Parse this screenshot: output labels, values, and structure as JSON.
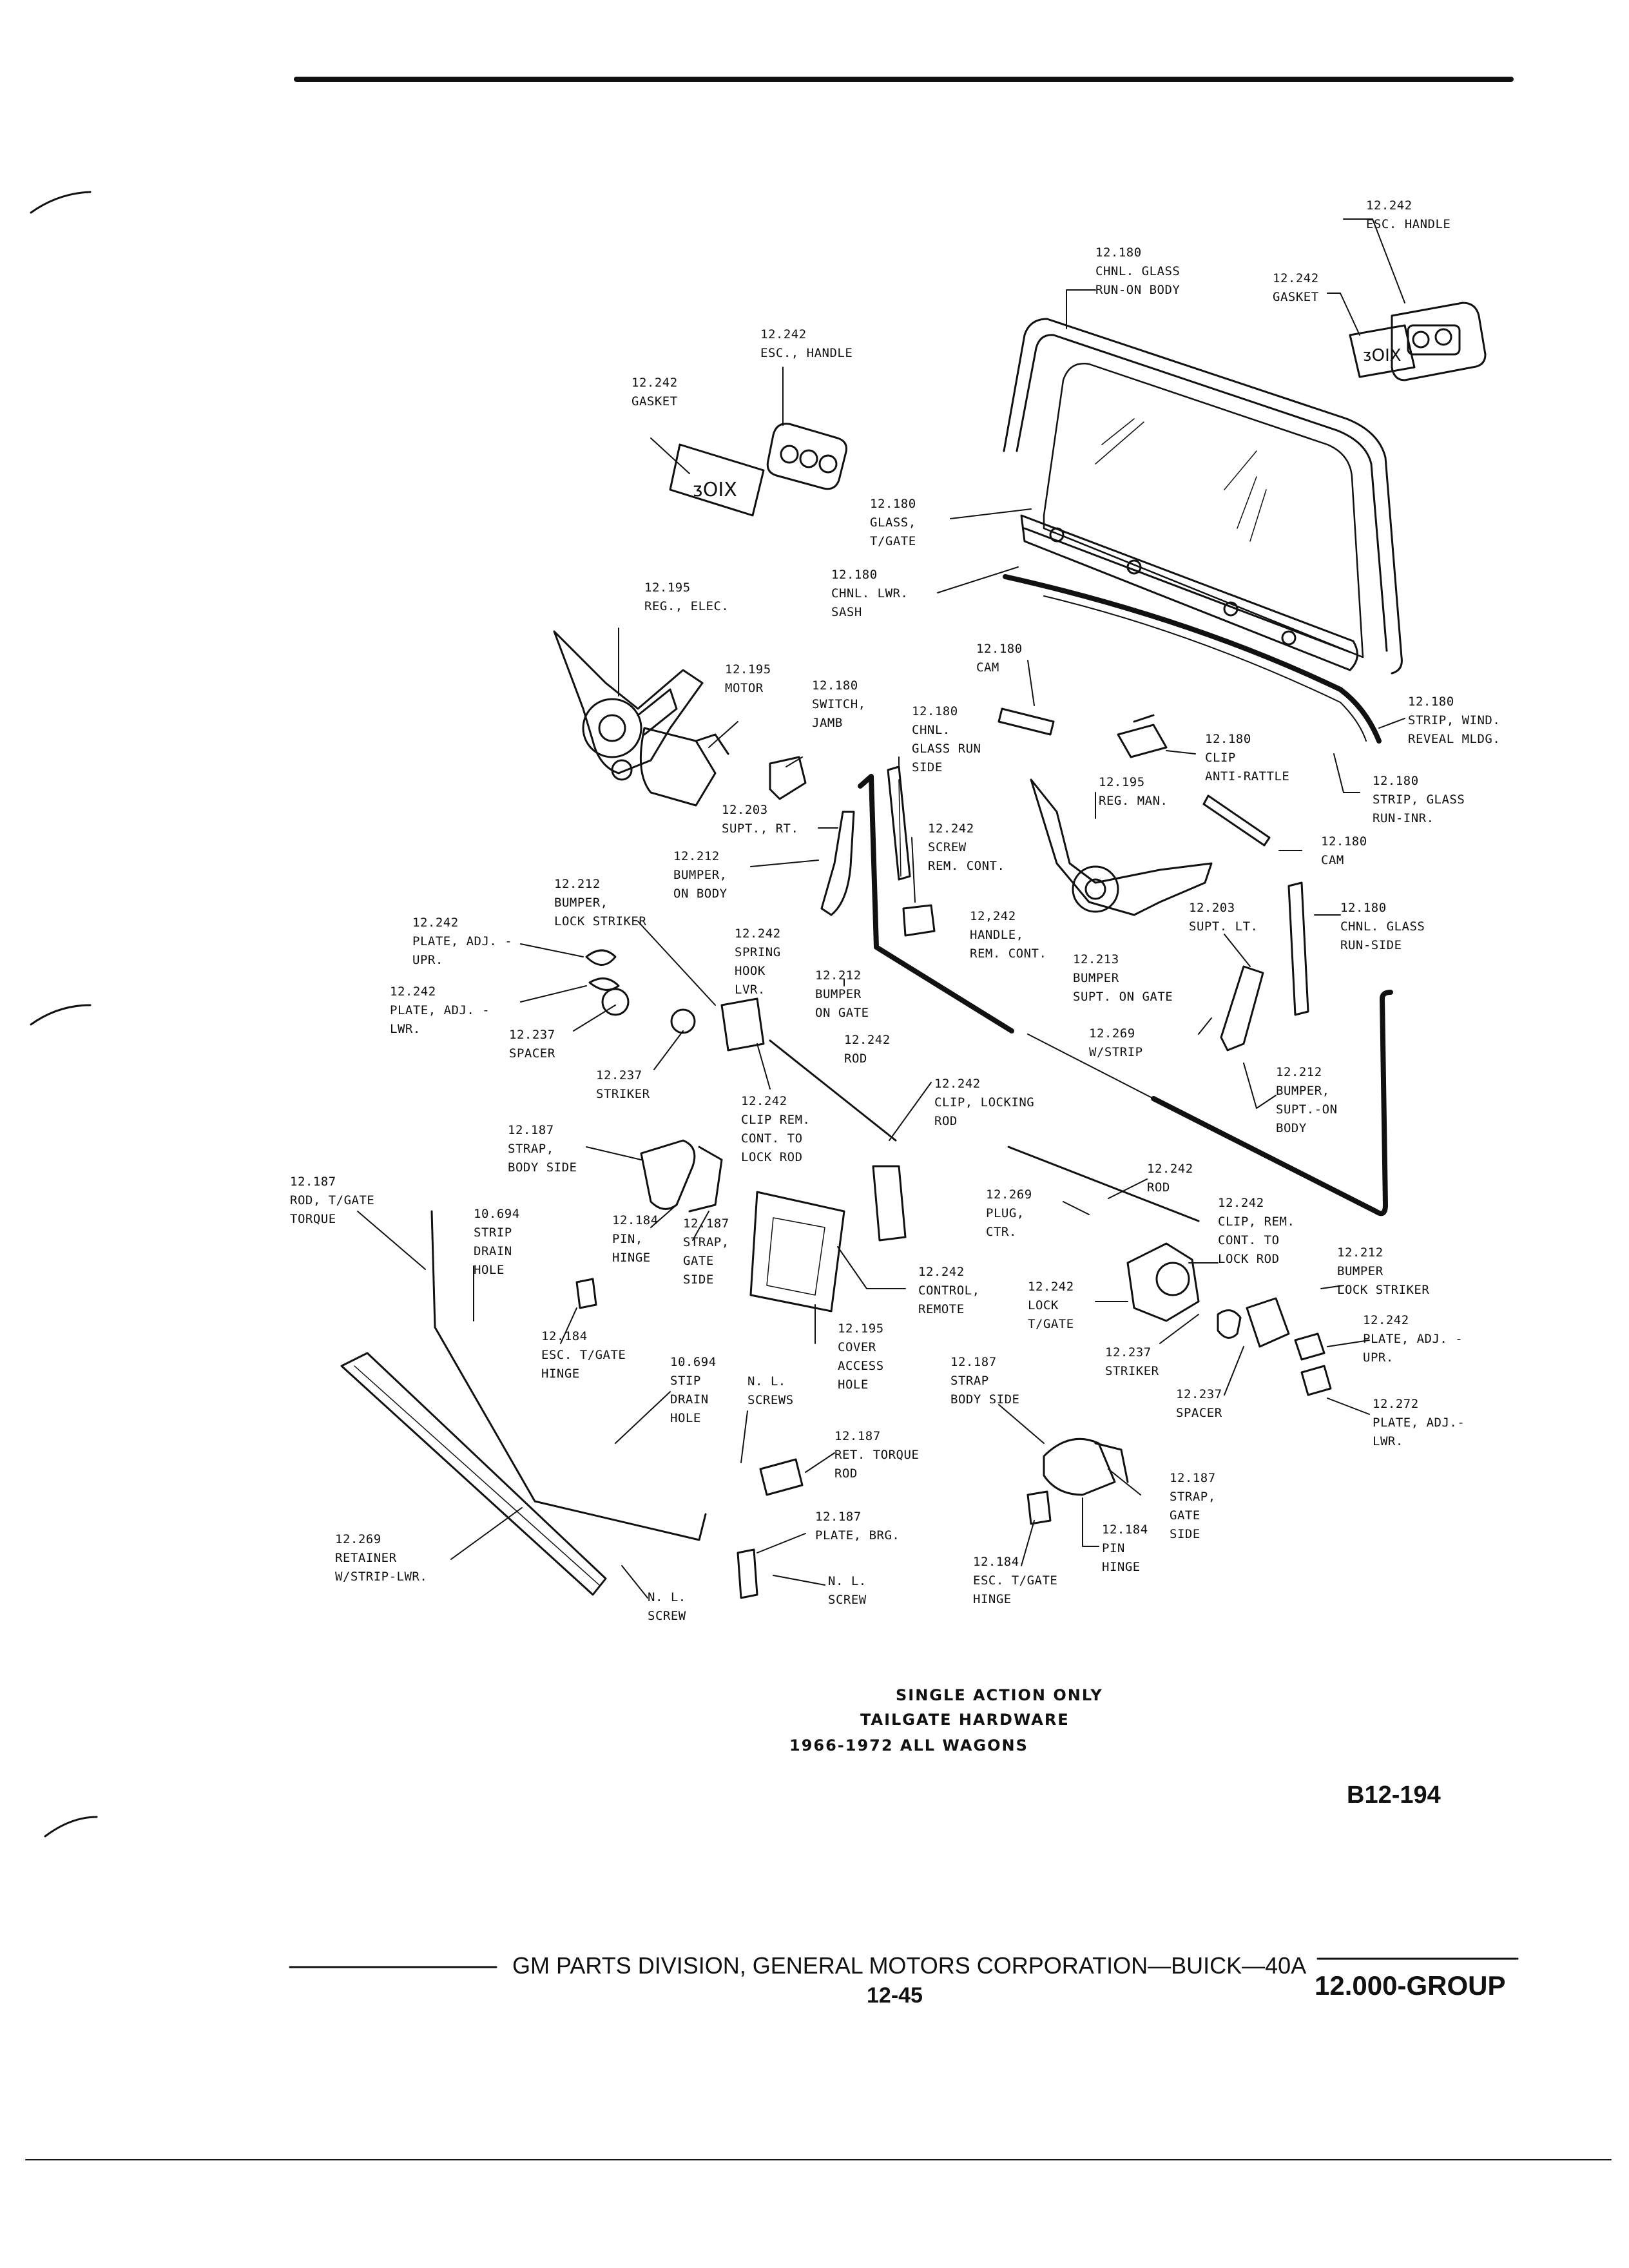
{
  "diagram": {
    "labels": [
      {
        "id": "esc-handle-right",
        "text": "12.242\nESC. HANDLE"
      },
      {
        "id": "chnl-glass-run-on-body",
        "text": "12.180\nCHNL. GLASS\nRUN-ON BODY"
      },
      {
        "id": "gasket-right",
        "text": "12.242\nGASKET"
      },
      {
        "id": "esc-handle-left",
        "text": "12.242\nESC., HANDLE"
      },
      {
        "id": "gasket-left",
        "text": "12.242\nGASKET"
      },
      {
        "id": "glass-tgate",
        "text": "12.180\nGLASS,\nT/GATE"
      },
      {
        "id": "chnl-lwr-sash",
        "text": "12.180\nCHNL. LWR.\nSASH"
      },
      {
        "id": "reg-elec",
        "text": "12.195\nREG., ELEC."
      },
      {
        "id": "cam-upper",
        "text": "12.180\nCAM"
      },
      {
        "id": "motor",
        "text": "12.195\nMOTOR"
      },
      {
        "id": "switch-jamb",
        "text": "12.180\nSWITCH,\nJAMB"
      },
      {
        "id": "chnl-glass-run-side",
        "text": "12.180\nCHNL.\nGLASS RUN\nSIDE"
      },
      {
        "id": "strip-wind-reveal",
        "text": "12.180\nSTRIP, WIND.\nREVEAL MLDG."
      },
      {
        "id": "clip-anti-rattle",
        "text": "12.180\nCLIP\nANTI-RATTLE"
      },
      {
        "id": "strip-glass-run-inr",
        "text": "12.180\nSTRIP, GLASS\nRUN-INR."
      },
      {
        "id": "reg-man",
        "text": "12.195\nREG. MAN."
      },
      {
        "id": "supt-rt",
        "text": "12.203\nSUPT., RT."
      },
      {
        "id": "screw-rem-cont",
        "text": "12.242\nSCREW\nREM. CONT."
      },
      {
        "id": "cam-lower",
        "text": "12.180\nCAM"
      },
      {
        "id": "bumper-on-body",
        "text": "12.212\nBUMPER,\nON BODY"
      },
      {
        "id": "bumper-lock-striker-left",
        "text": "12.212\nBUMPER,\nLOCK STRIKER"
      },
      {
        "id": "plate-adj-upr-left",
        "text": "12.242\nPLATE, ADJ. -\nUPR."
      },
      {
        "id": "spring-hook-lvr",
        "text": "12.242\nSPRING\nHOOK\nLVR."
      },
      {
        "id": "handle-rem-cont",
        "text": "12,242\nHANDLE,\nREM. CONT."
      },
      {
        "id": "supt-lt",
        "text": "12.203\nSUPT. LT."
      },
      {
        "id": "chnl-glass-run-side-right",
        "text": "12.180\nCHNL. GLASS\nRUN-SIDE"
      },
      {
        "id": "plate-adj-lwr-left",
        "text": "12.242\nPLATE, ADJ. -\nLWR."
      },
      {
        "id": "bumper-on-gate",
        "text": "12.212\nBUMPER\nON GATE"
      },
      {
        "id": "bumper-supt-on-gate",
        "text": "12.213\nBUMPER\nSUPT. ON GATE"
      },
      {
        "id": "spacer-left",
        "text": "12.237\nSPACER"
      },
      {
        "id": "rod-upper",
        "text": "12.242\nROD"
      },
      {
        "id": "w-strip",
        "text": "12.269\nW/STRIP"
      },
      {
        "id": "striker-left",
        "text": "12.237\nSTRIKER"
      },
      {
        "id": "clip-rem-cont-lock-rod",
        "text": "12.242\nCLIP REM.\nCONT. TO\nLOCK ROD"
      },
      {
        "id": "clip-locking-rod",
        "text": "12.242\nCLIP, LOCKING\nROD"
      },
      {
        "id": "bumper-supt-on-body",
        "text": "12.212\nBUMPER,\nSUPT.-ON\nBODY"
      },
      {
        "id": "strap-body-side-left",
        "text": "12.187\nSTRAP,\nBODY SIDE"
      },
      {
        "id": "rod-right",
        "text": "12.242\nROD"
      },
      {
        "id": "rod-tgate-torque",
        "text": "12.187\nROD, T/GATE\nTORQUE"
      },
      {
        "id": "plug-ctr",
        "text": "12.269\nPLUG,\nCTR."
      },
      {
        "id": "clip-rem-cont-lock-rod-right",
        "text": "12.242\nCLIP, REM.\nCONT. TO\nLOCK ROD"
      },
      {
        "id": "strip-drain-hole",
        "text": "10.694\nSTRIP\nDRAIN\nHOLE"
      },
      {
        "id": "pin-hinge-left",
        "text": "12.184\nPIN,\nHINGE"
      },
      {
        "id": "strap-gate-side-left",
        "text": "12.187\nSTRAP,\nGATE\nSIDE"
      },
      {
        "id": "bumper-lock-striker-right",
        "text": "12.212\nBUMPER\nLOCK STRIKER"
      },
      {
        "id": "control-remote",
        "text": "12.242\nCONTROL,\nREMOTE"
      },
      {
        "id": "lock-tgate",
        "text": "12.242\nLOCK\nT/GATE"
      },
      {
        "id": "plate-adj-upr-right",
        "text": "12.242\nPLATE, ADJ. -\nUPR."
      },
      {
        "id": "esc-tgate-hinge-left",
        "text": "12.184\nESC. T/GATE\nHINGE"
      },
      {
        "id": "cover-access-hole",
        "text": "12.195\nCOVER\nACCESS\nHOLE"
      },
      {
        "id": "stip-drain-hole",
        "text": "10.694\nSTIP\nDRAIN\nHOLE"
      },
      {
        "id": "nl-screws",
        "text": "N. L.\nSCREWS"
      },
      {
        "id": "strap-body-side-right",
        "text": "12.187\nSTRAP\nBODY SIDE"
      },
      {
        "id": "striker-right",
        "text": "12.237\nSTRIKER"
      },
      {
        "id": "spacer-right",
        "text": "12.237\nSPACER"
      },
      {
        "id": "plate-adj-lwr-right",
        "text": "12.272\nPLATE, ADJ.-\nLWR."
      },
      {
        "id": "ret-torque-rod",
        "text": "12.187\nRET. TORQUE\nROD"
      },
      {
        "id": "strap-gate-side-right",
        "text": "12.187\nSTRAP,\nGATE\nSIDE"
      },
      {
        "id": "plate-brg",
        "text": "12.187\nPLATE, BRG."
      },
      {
        "id": "pin-hinge-right",
        "text": "12.184\nPIN\nHINGE"
      },
      {
        "id": "retainer-w-strip-lwr",
        "text": "12.269\nRETAINER\nW/STRIP-LWR."
      },
      {
        "id": "nl-screw-center",
        "text": "N. L.\nSCREW"
      },
      {
        "id": "esc-tgate-hinge-right",
        "text": "12.184\nESC. T/GATE\nHINGE"
      },
      {
        "id": "nl-screw-bottom",
        "text": "N. L.\nSCREW"
      }
    ]
  },
  "caption": {
    "line1": "SINGLE ACTION ONLY",
    "line2": "TAILGATE HARDWARE",
    "line3": "1966-1972 ALL WAGONS"
  },
  "figure_id": "B12-194",
  "footer": {
    "publisher": "GM PARTS DIVISION, GENERAL MOTORS CORPORATION—BUICK—40A",
    "page_number": "12-45",
    "group": "12.000-GROUP"
  }
}
